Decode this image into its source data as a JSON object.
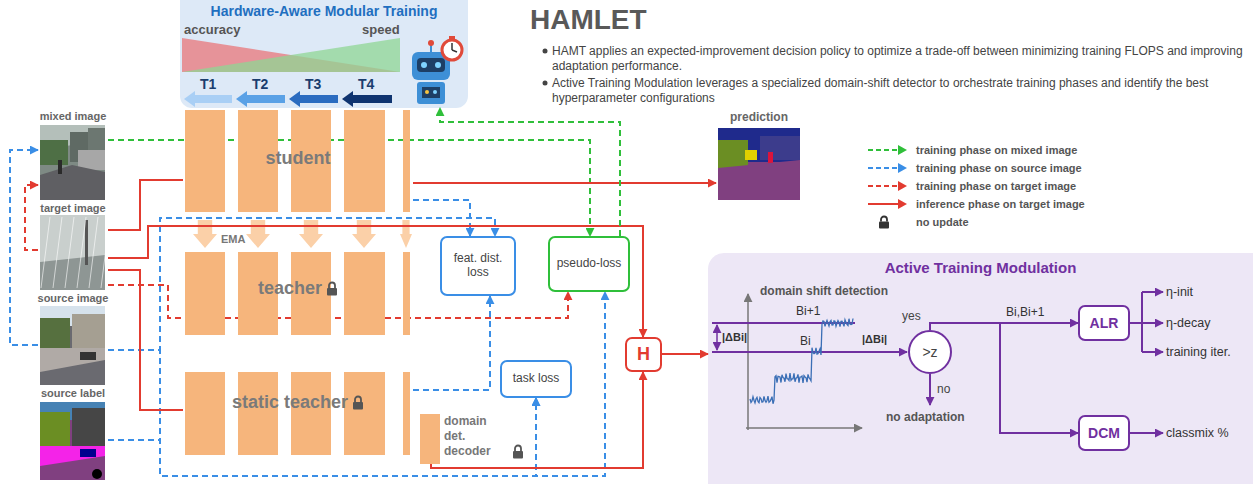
{
  "diagram": {
    "title": "HAMLET",
    "nodes": [
      {
        "text": [
          "Hardware-Aware Modular Training"
        ]
      },
      {
        "text": [
          "mixed image"
        ]
      },
      {
        "text": [
          "target image"
        ]
      },
      {
        "text": [
          "source image"
        ]
      },
      {
        "text": [
          "source label"
        ]
      },
      {
        "text": [
          "student"
        ]
      },
      {
        "text": [
          "teacher"
        ]
      },
      {
        "text": [
          "static teacher"
        ]
      },
      {
        "text": [
          "domain det. decoder"
        ]
      },
      {
        "text": [
          "feat. dist. loss"
        ]
      },
      {
        "text": [
          "pseudo-loss"
        ]
      },
      {
        "text": [
          "task loss"
        ]
      },
      {
        "text": [
          "H"
        ]
      },
      {
        "text": [
          "prediction"
        ]
      },
      {
        "text": [
          "Active Training Modulation"
        ]
      },
      {
        "text": [
          ">z"
        ],
        "in": 14
      },
      {
        "text": [
          "ALR"
        ],
        "in": 14
      },
      {
        "text": [
          "DCM"
        ],
        "in": 14
      }
    ],
    "edges": [
      {
        "from": 1,
        "to": 10,
        "arrow": "to"
      },
      {
        "from": 2,
        "to": 1,
        "arrow": "to"
      },
      {
        "from": 3,
        "to": 1,
        "arrow": "to"
      },
      {
        "from": 2,
        "to": 10,
        "arrow": "to"
      },
      {
        "from": 3,
        "to": 9,
        "arrow": "to"
      },
      {
        "from": 3,
        "to": 11,
        "arrow": "to"
      },
      {
        "from": 3,
        "to": 10,
        "arrow": "to"
      },
      {
        "from": 4,
        "to": 11,
        "arrow": "to"
      },
      {
        "from": 5,
        "to": 9,
        "arrow": "to"
      },
      {
        "from": 7,
        "to": 9,
        "arrow": "to"
      },
      {
        "from": 2,
        "to": 5,
        "arrow": "none"
      },
      {
        "from": 5,
        "to": 13,
        "arrow": "to"
      },
      {
        "from": 2,
        "to": 12,
        "arrow": "to"
      },
      {
        "from": 2,
        "to": 7,
        "arrow": "none"
      },
      {
        "from": 8,
        "to": 12,
        "arrow": "to"
      },
      {
        "from": 12,
        "to": 14,
        "arrow": "to"
      },
      {
        "from": 10,
        "to": 0,
        "arrow": "to"
      },
      {
        "from": 15,
        "to": 16,
        "arrow": "to"
      },
      {
        "from": 15,
        "to": 17,
        "arrow": "to"
      }
    ],
    "labels": [
      "HAMT applies an expected-improvement decision policy to optimize a trade-off between minimizing training FLOPS and improving adaptation performance.",
      "Active Training Modulation leverages a specialized domain-shift detector to orchestrate training phases and identify the best hyperparameter configurations",
      "accuracy",
      "speed",
      "T1",
      "T2",
      "T3",
      "T4",
      "EMA",
      "domain shift detection",
      "|ΔBi|",
      "Bi+1",
      "Bi",
      "|ΔBi|",
      "yes",
      "no",
      "no adaptation",
      "Bi,Bi+1",
      "η-init",
      "η-decay",
      "training iter.",
      "classmix %"
    ],
    "legend": [
      {
        "text": "training phase on mixed image"
      },
      {
        "text": "training phase on source image"
      },
      {
        "text": "training phase on target image"
      },
      {
        "text": "inference phase on target image"
      },
      {
        "text": "no update"
      }
    ]
  }
}
